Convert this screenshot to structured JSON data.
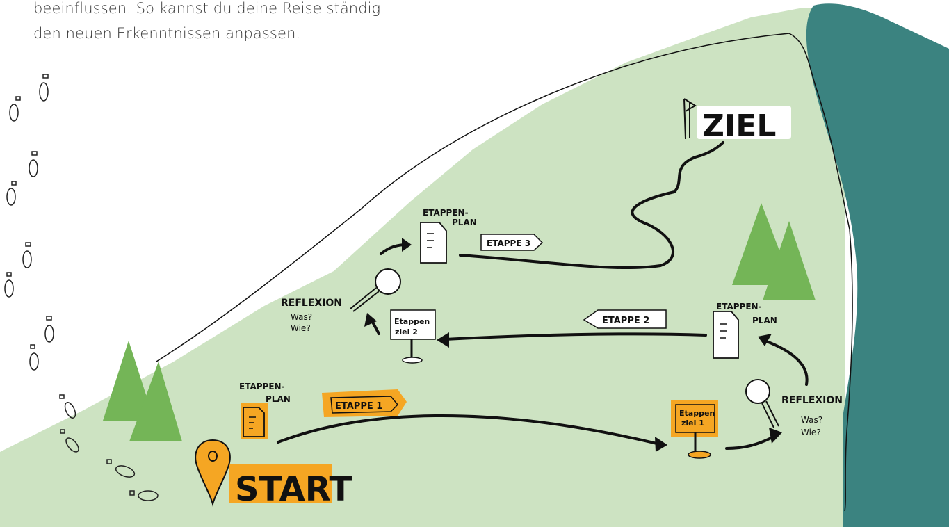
{
  "intro": {
    "line1": "beeinflussen. So kannst du deine Reise ständig",
    "line2": "den neuen Erkenntnissen anpassen."
  },
  "labels": {
    "start": "START",
    "ziel": "ZIEL",
    "etappenplan_top_1": "ETAPPEN-",
    "etappenplan_top_2": "PLAN",
    "etappenplan_mid_1": "ETAPPEN-",
    "etappenplan_mid_2": "PLAN",
    "etappenplan_low_1": "ETAPPEN-",
    "etappenplan_low_2": "PLAN",
    "etappe1": "ETAPPE 1",
    "etappe2": "ETAPPE 2",
    "etappe3": "ETAPPE 3",
    "etappenziel1_1": "Etappen",
    "etappenziel1_2": "ziel 1",
    "etappenziel2_1": "Etappen",
    "etappenziel2_2": "ziel 2",
    "reflexion_left": "REFLEXION",
    "reflexion_left_q1": "Was?",
    "reflexion_left_q2": "Wie?",
    "reflexion_right": "REFLEXION",
    "reflexion_right_q1": "Was?",
    "reflexion_right_q2": "Wie?"
  },
  "colors": {
    "hill": "#cde3c2",
    "sea": "#3b8380",
    "tree": "#74b557",
    "accent": "#f5a623",
    "ink": "#111111"
  }
}
